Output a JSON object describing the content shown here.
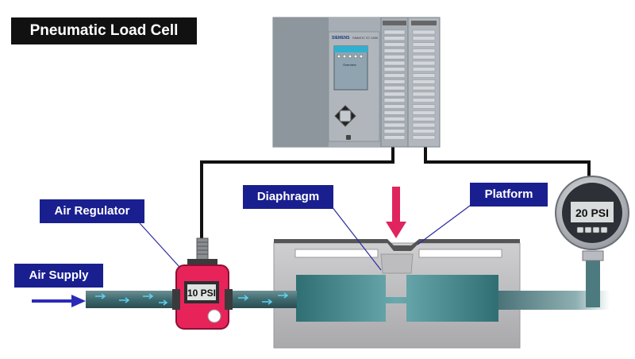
{
  "title": "Pneumatic Load Cell",
  "labels": {
    "air_regulator": "Air Regulator",
    "air_supply": "Air Supply",
    "diaphragm": "Diaphragm",
    "platform": "Platform"
  },
  "regulator_display": "10 PSI",
  "gauge_display": "20 PSI",
  "plc": {
    "brand": "SIEMENS",
    "model": "SIMATIC S7-1500",
    "screen_text": "Overview"
  },
  "colors": {
    "label_bg": "#1a1f8f",
    "title_bg": "#111111",
    "regulator_body": "#e8235a",
    "force_arrow": "#e0245e",
    "air_arrow": "#2a2ab8",
    "fluid": "#3f8a8f"
  }
}
